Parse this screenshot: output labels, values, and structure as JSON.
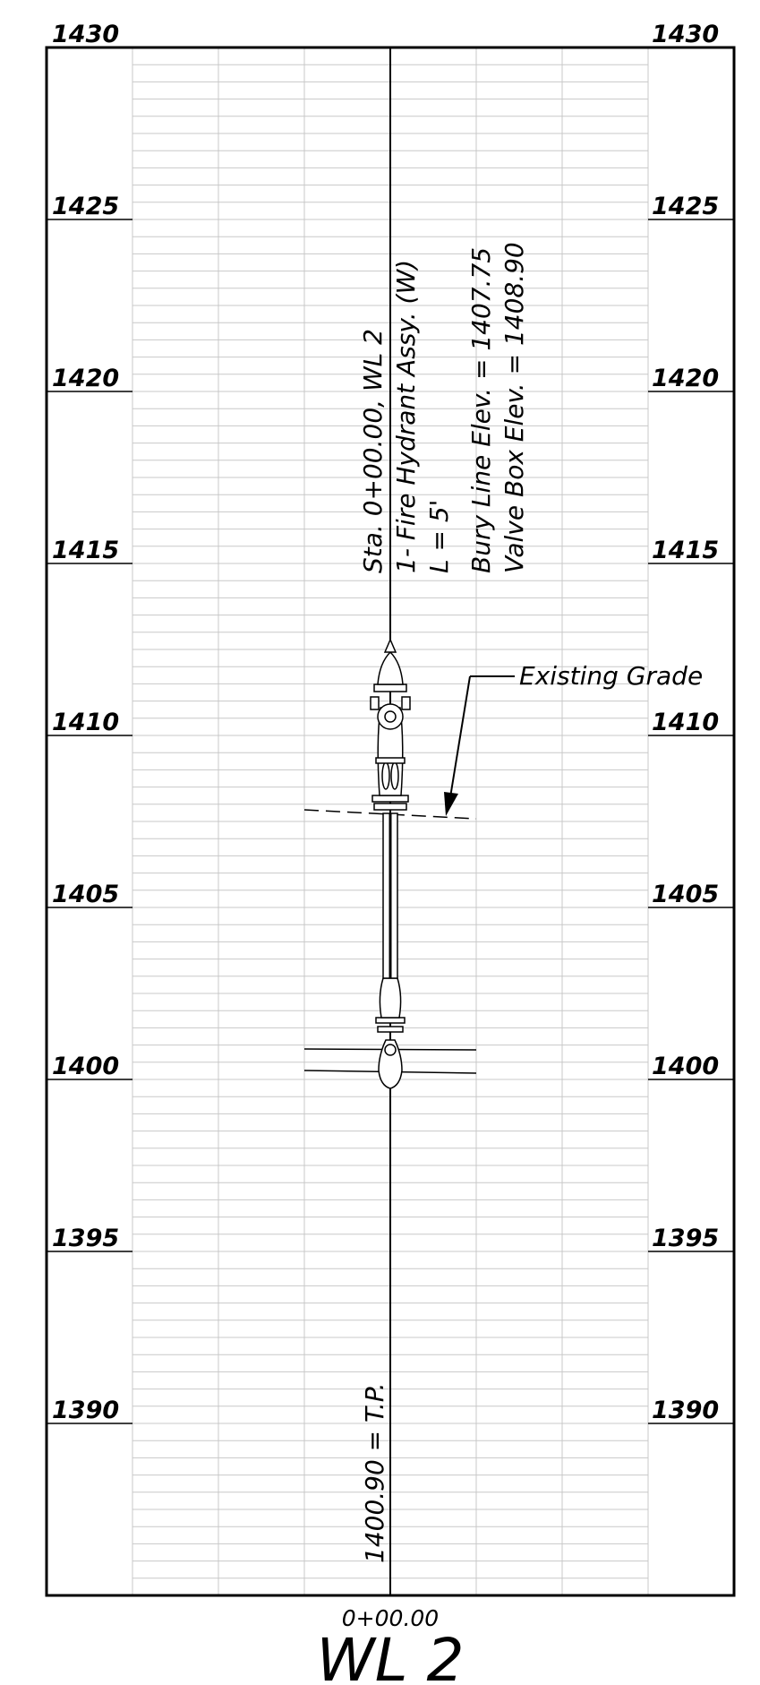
{
  "profile": {
    "elevations": [
      "1430",
      "1425",
      "1420",
      "1415",
      "1410",
      "1405",
      "1400",
      "1395",
      "1390"
    ],
    "top_elevation": 1430,
    "bottom_elevation": 1385,
    "station": "0+00.00",
    "title": "WL 2"
  },
  "callout": {
    "lines": [
      "Sta. 0+00.00, WL 2",
      "1- Fire Hydrant Assy. (W)",
      "L = 5'",
      "Bury Line Elev. = 1407.75",
      "Valve Box Elev. = 1408.90"
    ]
  },
  "existing_grade": {
    "label": "Existing Grade",
    "elevation": 1407.4
  },
  "main_profile": {
    "label": "1400.90 = T.P.",
    "elevation": 1400.9
  },
  "colors": {
    "ink": "#000000",
    "grid": "#c8c8c8",
    "background": "#ffffff"
  },
  "icons": {
    "hydrant": "fire-hydrant-icon",
    "leader": "arrow-icon"
  }
}
